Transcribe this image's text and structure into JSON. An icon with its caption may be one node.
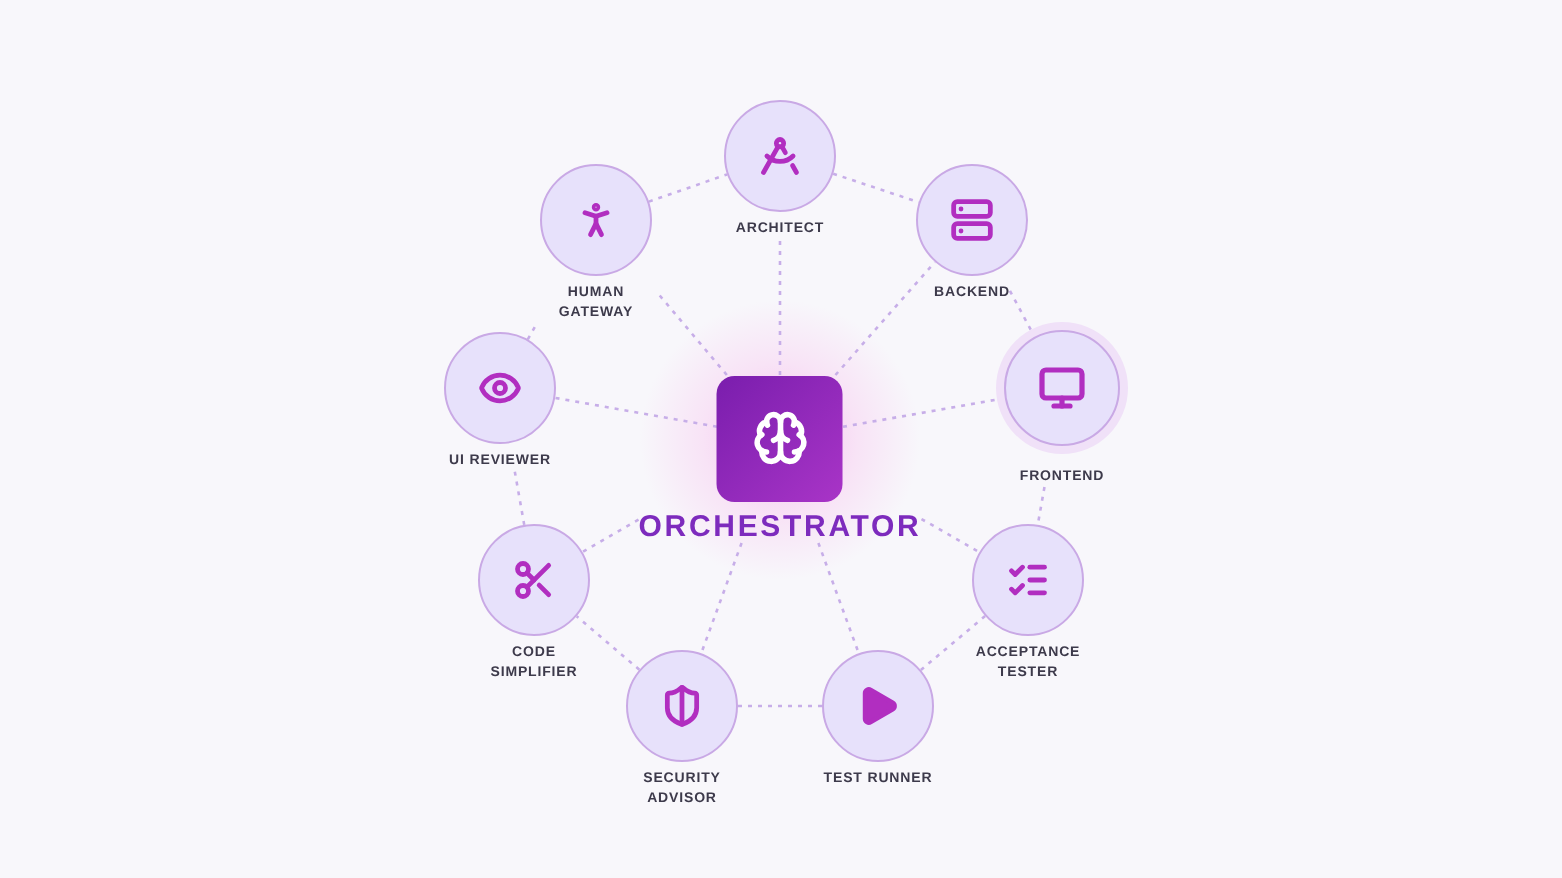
{
  "diagram": {
    "nodes": [
      {
        "text": [
          "ORCHESTRATOR"
        ]
      },
      {
        "text": [
          "ARCHITECT"
        ]
      },
      {
        "text": [
          "BACKEND"
        ]
      },
      {
        "text": [
          "FRONTEND"
        ]
      },
      {
        "text": [
          "ACCEPTANCE TESTER"
        ]
      },
      {
        "text": [
          "TEST RUNNER"
        ]
      },
      {
        "text": [
          "SECURITY ADVISOR"
        ]
      },
      {
        "text": [
          "CODE SIMPLIFIER"
        ]
      },
      {
        "text": [
          "UI REVIEWER"
        ]
      },
      {
        "text": [
          "HUMAN GATEWAY"
        ]
      }
    ],
    "edges": [
      {
        "from": 0,
        "to": 1,
        "arrow": "none",
        "style": "dashed"
      },
      {
        "from": 0,
        "to": 2,
        "arrow": "none",
        "style": "dashed"
      },
      {
        "from": 0,
        "to": 3,
        "arrow": "none",
        "style": "dashed"
      },
      {
        "from": 0,
        "to": 4,
        "arrow": "none",
        "style": "dashed"
      },
      {
        "from": 0,
        "to": 5,
        "arrow": "none",
        "style": "dashed"
      },
      {
        "from": 0,
        "to": 6,
        "arrow": "none",
        "style": "dashed"
      },
      {
        "from": 0,
        "to": 7,
        "arrow": "none",
        "style": "dashed"
      },
      {
        "from": 0,
        "to": 8,
        "arrow": "none",
        "style": "dashed"
      },
      {
        "from": 0,
        "to": 9,
        "arrow": "none",
        "style": "dashed"
      },
      {
        "from": 1,
        "to": 2,
        "arrow": "none",
        "style": "dashed"
      },
      {
        "from": 2,
        "to": 3,
        "arrow": "none",
        "style": "dashed"
      },
      {
        "from": 3,
        "to": 4,
        "arrow": "none",
        "style": "dashed"
      },
      {
        "from": 4,
        "to": 5,
        "arrow": "none",
        "style": "dashed"
      },
      {
        "from": 5,
        "to": 6,
        "arrow": "none",
        "style": "dashed"
      },
      {
        "from": 6,
        "to": 7,
        "arrow": "none",
        "style": "dashed"
      },
      {
        "from": 7,
        "to": 8,
        "arrow": "none",
        "style": "dashed"
      },
      {
        "from": 8,
        "to": 9,
        "arrow": "none",
        "style": "dashed"
      },
      {
        "from": 9,
        "to": 1,
        "arrow": "none",
        "style": "dashed"
      }
    ]
  }
}
